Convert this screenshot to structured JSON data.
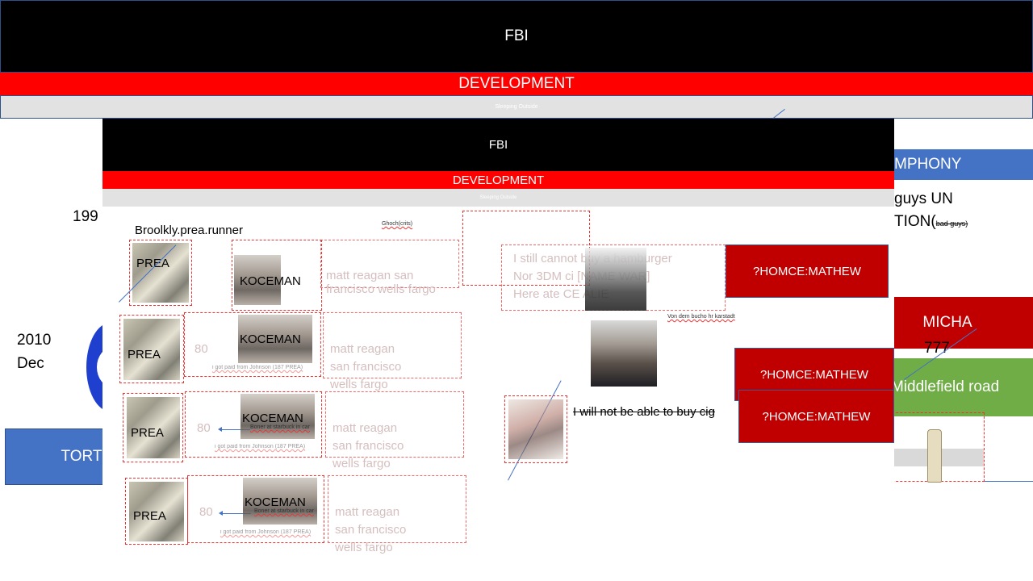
{
  "top_header": {
    "title": "FBI",
    "subtitle": "DEVELOPMENT",
    "small_text": "Sleeping Outside"
  },
  "overlay_header": {
    "title": "FBI",
    "subtitle": "DEVELOPMENT",
    "small_text": "Sleeping Outside"
  },
  "left_partial": {
    "year_199": "199",
    "year_2010": "2010",
    "month_dec": "Dec",
    "tort_button": "TORT"
  },
  "right_partial": {
    "symphony": "MPHONY",
    "guys_un": "guys UN",
    "tion_text": "TION(",
    "bad_guys": "bad guys)",
    "micha": "MICHA",
    "number_777": "777",
    "middlefield": "Middlefield road"
  },
  "rows": [
    {
      "prea": "PREA",
      "koceman": "KOCEMAN",
      "num": "",
      "caption": "",
      "matt": "matt reagan  san francisco wells fargo"
    },
    {
      "prea": "PREA",
      "koceman": "KOCEMAN",
      "num": "80",
      "caption": "i got paid from Johnson (187 PREA)",
      "matt": "matt reagan\nsan francisco\nwells fargo"
    },
    {
      "prea": "PREA",
      "koceman": "KOCEMAN",
      "num": "80",
      "caption": "i got paid from Johnson (187 PREA)",
      "note": "Boner at starbuck in car",
      "matt": "matt reagan\nsan francisco\nwells fargo"
    },
    {
      "prea": "PREA",
      "koceman": "KOCEMAN",
      "num": "80",
      "caption": "i got paid from Johnson (187 PREA)",
      "note": "Boner at starbuck in car",
      "matt": "matt reagan\nsan francisco\nwells fargo"
    }
  ],
  "brooklyn_label": "Broolkly.prea.runner",
  "ghoch_label": "Ghoch(crits)",
  "center_text": {
    "line1": "I still cannot buy a hamburger",
    "line2": "Nor 3DM ci        [NAME WAR]",
    "line3": "Here ate CE          ALIE"
  },
  "portrait_caption": "Von dem bucho hr karstadt",
  "cigarette_text": "I will not be able to buy cig",
  "homce_boxes": [
    "?HOMCE:MATHEW",
    "?HOMCE:MATHEW",
    "?HOMCE:MATHEW"
  ],
  "colors": {
    "black": "#000000",
    "red": "#ff0000",
    "dark_red": "#c00000",
    "blue": "#4472c4",
    "green": "#70ad47",
    "gray": "#e2e2e2"
  }
}
